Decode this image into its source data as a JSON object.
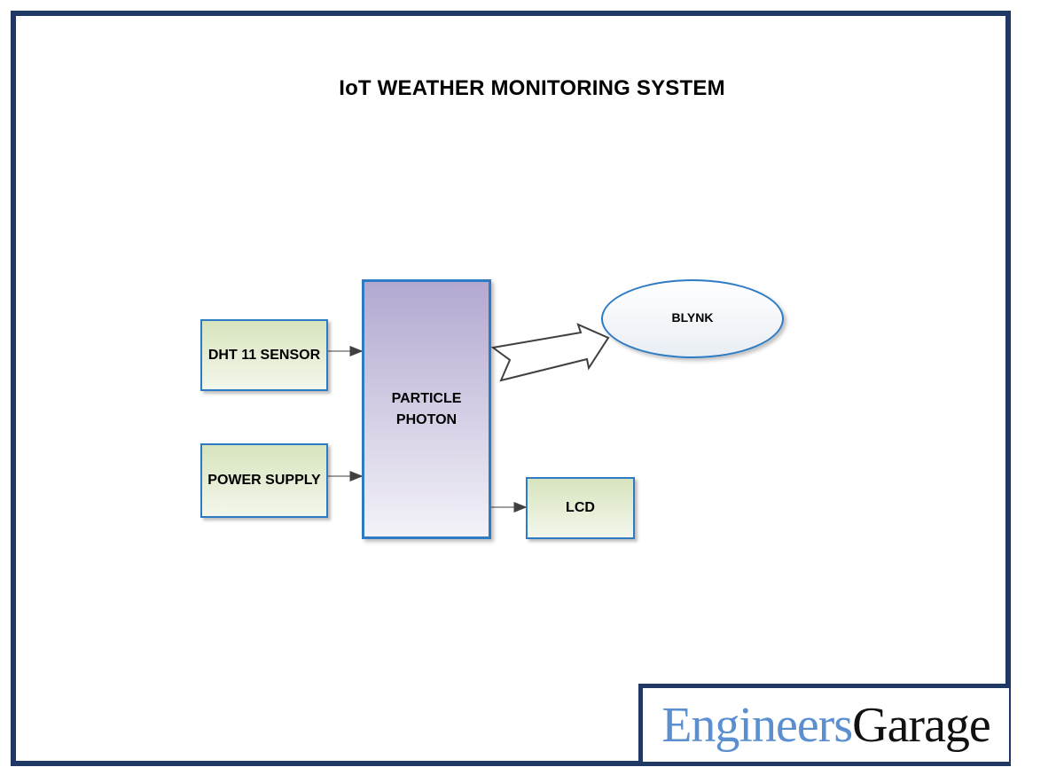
{
  "diagram": {
    "title": "IoT WEATHER MONITORING SYSTEM",
    "nodes": {
      "dht11": "DHT 11 SENSOR",
      "power": "POWER SUPPLY",
      "mcu_line1": "PARTICLE",
      "mcu_line2": "PHOTON",
      "blynk": "BLYNK",
      "lcd": "LCD"
    },
    "edges": [
      {
        "from": "DHT 11 SENSOR",
        "to": "PARTICLE PHOTON"
      },
      {
        "from": "POWER SUPPLY",
        "to": "PARTICLE PHOTON"
      },
      {
        "from": "PARTICLE PHOTON",
        "to": "BLYNK"
      },
      {
        "from": "PARTICLE PHOTON",
        "to": "LCD"
      }
    ],
    "colors": {
      "frame": "#1f3864",
      "box_border": "#2e7bc4",
      "box_fill": "#d7e4bd",
      "mcu_fill": "#b3a8d0",
      "logo_blue": "#5b8fd0"
    }
  },
  "branding": {
    "logo_part1": "Engineers",
    "logo_part2": "Garage"
  }
}
